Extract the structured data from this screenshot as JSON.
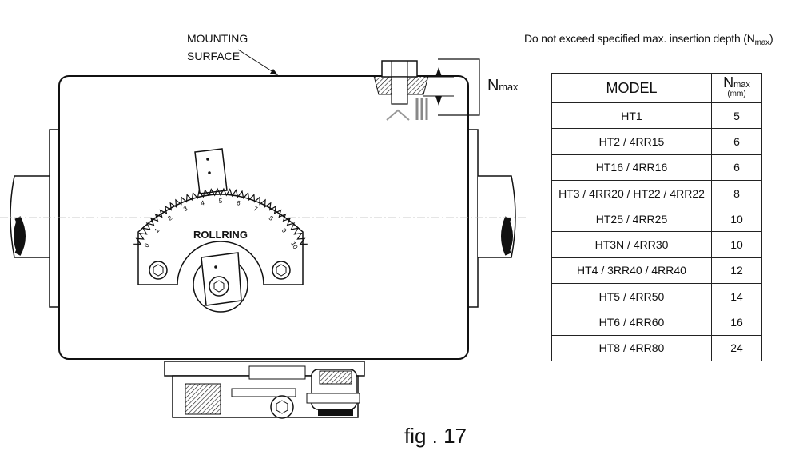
{
  "labels": {
    "mounting_surface": [
      "MOUNTING",
      "SURFACE"
    ],
    "warning_text": "Do not exceed specified max. insertion depth (N",
    "warning_sub": "max",
    "warning_close": ")",
    "nmax_n": "N",
    "nmax_sub": "max",
    "figure": "fig . 17"
  },
  "logo_text": "ROLLRING",
  "scale_numbers": [
    "0",
    "1",
    "2",
    "3",
    "4",
    "5",
    "6",
    "7",
    "8",
    "9",
    "10"
  ],
  "table": {
    "header_model": "MODEL",
    "header_n": "N",
    "header_n_sub": "max",
    "header_unit": "(mm)",
    "rows": [
      {
        "model": "HT1",
        "n": "5"
      },
      {
        "model": "HT2 / 4RR15",
        "n": "6"
      },
      {
        "model": "HT16 / 4RR16",
        "n": "6"
      },
      {
        "model": "HT3 / 4RR20 / HT22 / 4RR22",
        "n": "8"
      },
      {
        "model": "HT25 / 4RR25",
        "n": "10"
      },
      {
        "model": "HT3N / 4RR30",
        "n": "10"
      },
      {
        "model": "HT4  / 3RR40 / 4RR40",
        "n": "12"
      },
      {
        "model": "HT5  / 4RR50",
        "n": "14"
      },
      {
        "model": "HT6  / 4RR60",
        "n": "16"
      },
      {
        "model": "HT8 / 4RR80",
        "n": "24"
      }
    ]
  }
}
